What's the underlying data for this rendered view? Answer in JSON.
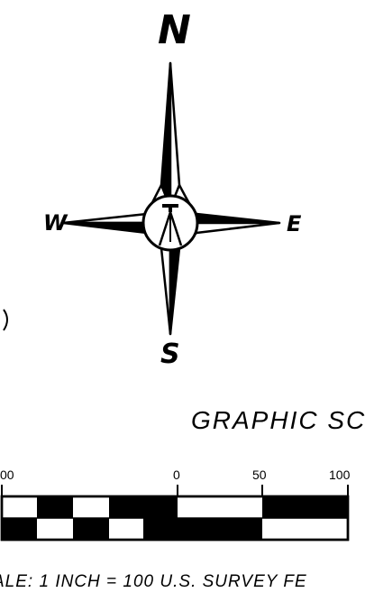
{
  "compass": {
    "north": "N",
    "south": "S",
    "east": "E",
    "west": "W",
    "icons": [
      "north-arrow-icon",
      "survey-tripod-icon"
    ]
  },
  "graphic_scale": {
    "title": "GRAPHIC SCALE",
    "tick_labels": [
      "00",
      "0",
      "50",
      "100"
    ],
    "note": "ALE: 1 INCH = 100 U.S. SURVEY FE"
  },
  "colors": {
    "ink": "#000000",
    "paper": "#ffffff"
  }
}
